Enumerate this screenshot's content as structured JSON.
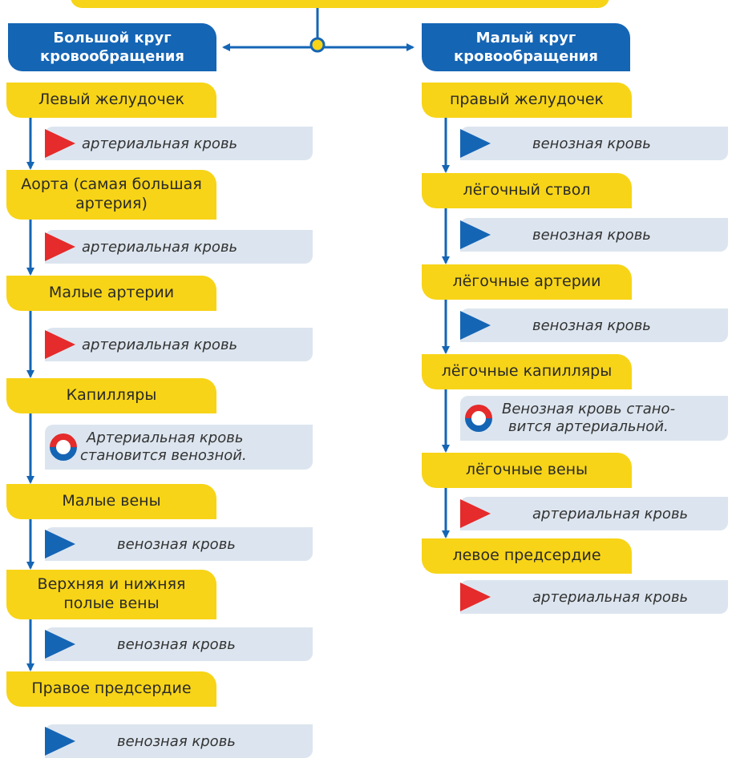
{
  "colors": {
    "yellow": "#f7d417",
    "blue": "#1565b5",
    "red": "#e52b2b",
    "panel": "#dce5ef",
    "text": "#2a2a2a"
  },
  "left": {
    "header": "Большой круг кровообращения",
    "items": [
      {
        "node": "Левый желудочек",
        "blood": "артериальная кровь",
        "marker": "red"
      },
      {
        "node": "Аорта (самая большая артерия)",
        "blood": "артериальная кровь",
        "marker": "red"
      },
      {
        "node": "Малые артерии",
        "blood": "артериальная кровь",
        "marker": "red"
      },
      {
        "node": "Капилляры",
        "transition": [
          "Артериальная кровь",
          "становится венозной."
        ]
      },
      {
        "node": "Малые вены",
        "blood": "венозная кровь",
        "marker": "blue"
      },
      {
        "node": "Верхняя и нижняя полые вены",
        "blood": "венозная кровь",
        "marker": "blue"
      },
      {
        "node": "Правое предсердие",
        "blood": "венозная кровь",
        "marker": "blue"
      }
    ]
  },
  "right": {
    "header": "Малый круг кровообращения",
    "items": [
      {
        "node": "правый желудочек",
        "blood": "венозная кровь",
        "marker": "blue"
      },
      {
        "node": "лёгочный ствол",
        "blood": "венозная кровь",
        "marker": "blue"
      },
      {
        "node": "лёгочные артерии",
        "blood": "венозная кровь",
        "marker": "blue"
      },
      {
        "node": "лёгочные капилляры",
        "transition": [
          "Венозная кровь стано-",
          "вится артериальной."
        ]
      },
      {
        "node": "лёгочные вены",
        "blood": "артериальная кровь",
        "marker": "red"
      },
      {
        "node": "левое предсердие",
        "blood": "артериальная кровь",
        "marker": "red"
      }
    ]
  }
}
